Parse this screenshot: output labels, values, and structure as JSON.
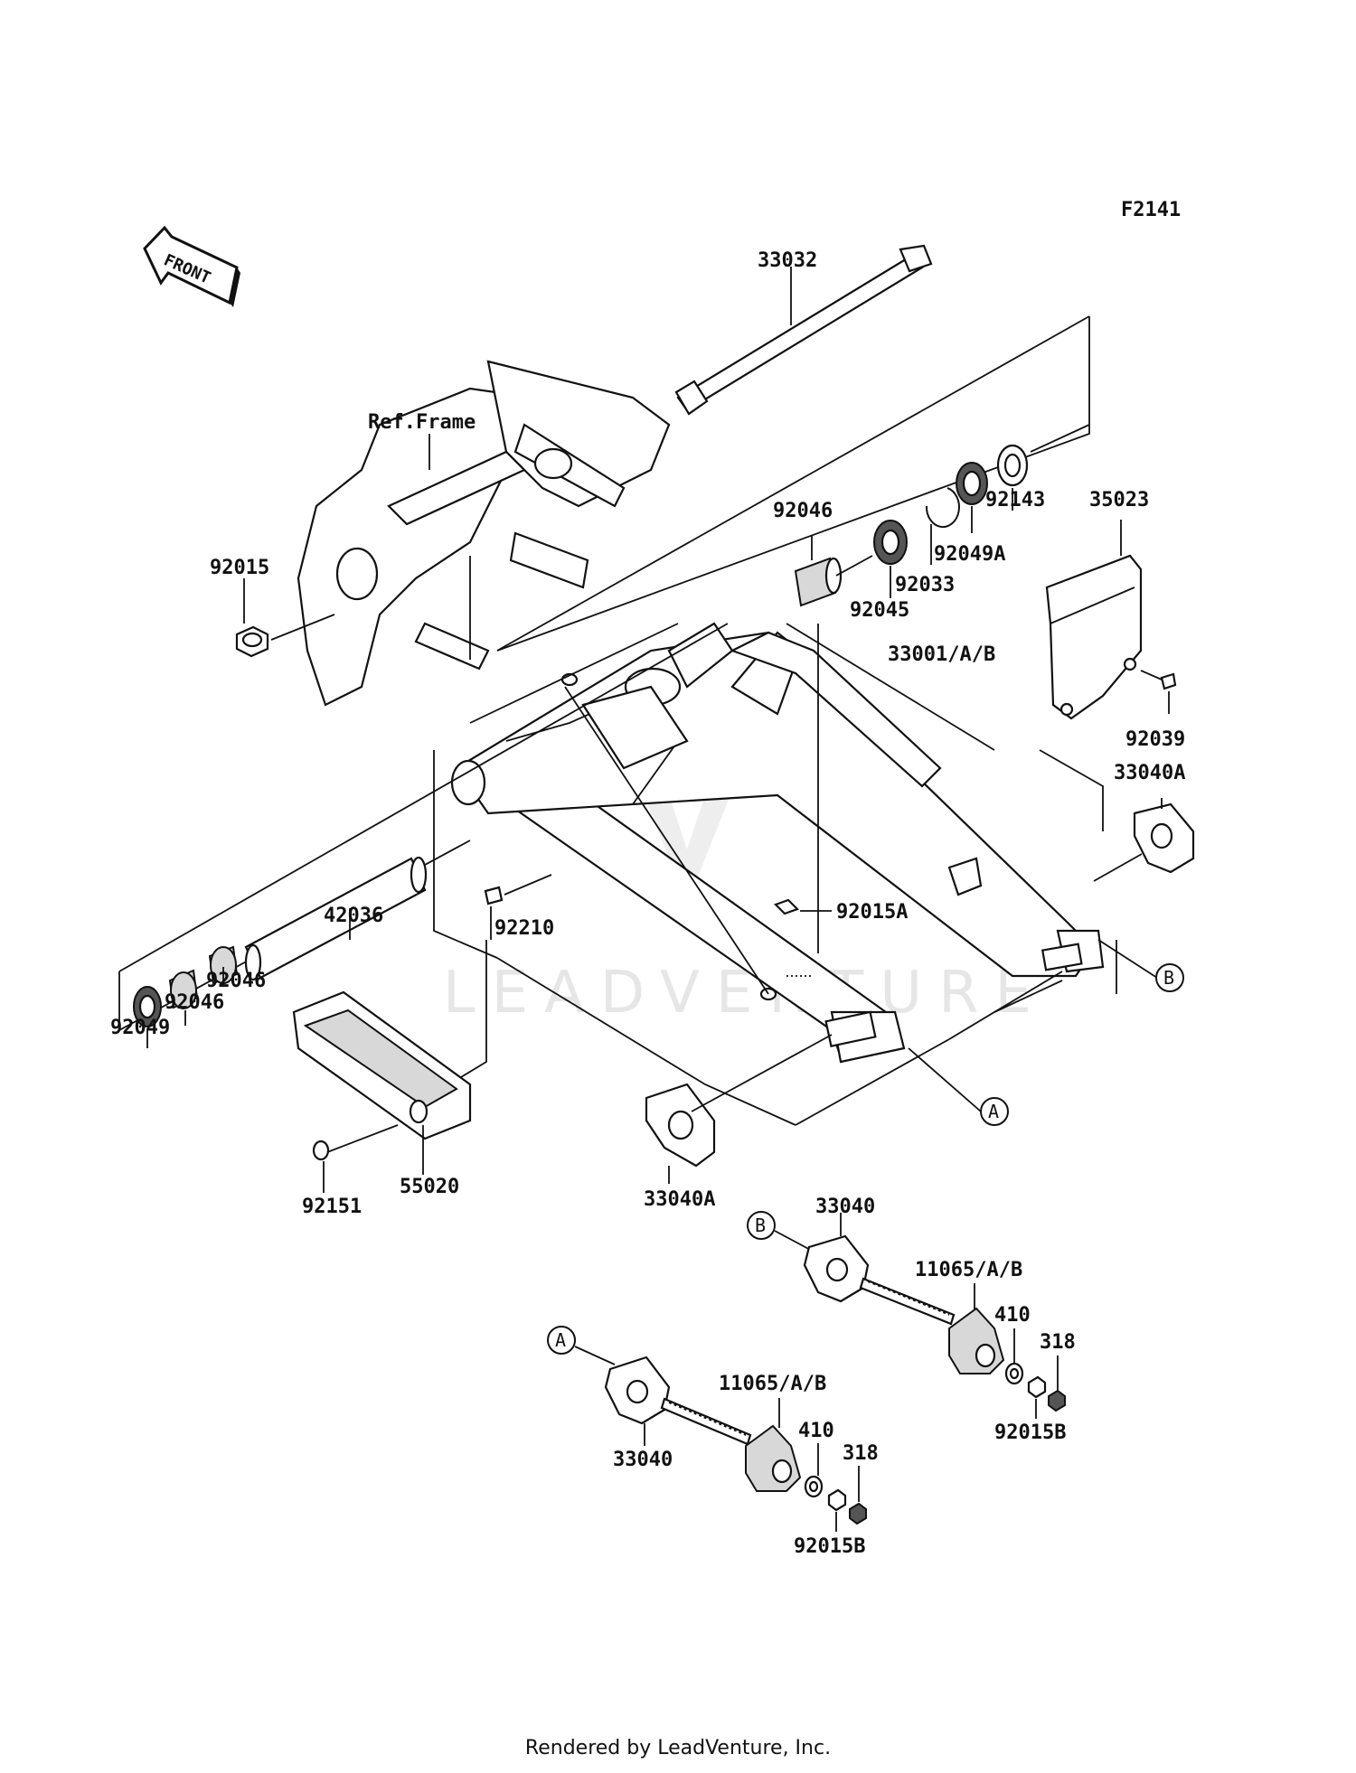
{
  "figure_code": "F2141",
  "front_arrow_text": "FRONT",
  "watermark": "LEADVENTURE",
  "footer": "Rendered by LeadVenture, Inc.",
  "labels": {
    "p33032": "33032",
    "ref_frame": "Ref.Frame",
    "p92015": "92015",
    "p92046_top": "92046",
    "p92045": "92045",
    "p92033": "92033",
    "p92049A": "92049A",
    "p92143": "92143",
    "p35023": "35023",
    "p33001": "33001/A/B",
    "p92039": "92039",
    "p33040A_right": "33040A",
    "p92015A": "92015A",
    "p42036": "42036",
    "p92210": "92210",
    "p92046_mid": "92046",
    "p92046_low": "92046",
    "p92049": "92049",
    "p55020": "55020",
    "p92151": "92151",
    "p33040A_bottom": "33040A",
    "p33040_b": "33040",
    "p11065_b": "11065/A/B",
    "p410_b": "410",
    "p318_b": "318",
    "p92015B_b": "92015B",
    "p11065_a": "11065/A/B",
    "p410_a": "410",
    "p318_a": "318",
    "p33040_a": "33040",
    "p92015B_a": "92015B"
  },
  "callouts": {
    "a": "A",
    "b": "B"
  }
}
